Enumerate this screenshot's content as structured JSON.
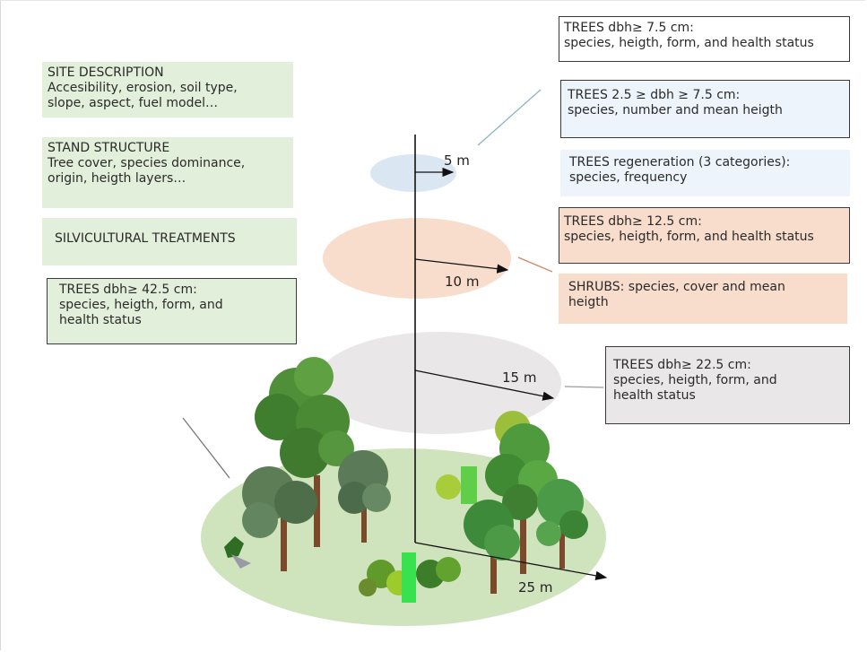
{
  "left": {
    "site": {
      "title": "SITE DESCRIPTION",
      "body": "Accesibility, erosion, soil type,\nslope, aspect, fuel model…"
    },
    "stand": {
      "title": "STAND STRUCTURE",
      "body": "Tree cover, species dominance,\norigin, heigth layers…"
    },
    "silvi": "SILVICULTURAL TREATMENTS",
    "trees_425": {
      "title": "TREES dbh≥ 42.5 cm:",
      "body": "species, heigth, form, and\n        health status"
    }
  },
  "right": {
    "trees_75": {
      "title": "TREES dbh≥ 7.5 cm:",
      "body": "species, heigth, form, and health status"
    },
    "trees_25_75": {
      "title": "TREES 2.5 ≥ dbh ≥ 7.5 cm:",
      "body": "species, number and mean heigth"
    },
    "regen": {
      "title": "TREES regeneration (3 categories):",
      "body": "species, frequency"
    },
    "trees_125": {
      "title": "TREES dbh≥ 12.5 cm:",
      "body": "species, heigth, form, and health status"
    },
    "shrubs": {
      "title": "SHRUBS: species, cover and mean",
      "body": "        heigth"
    },
    "trees_225": {
      "title": "TREES dbh≥ 22.5 cm:",
      "body": "species, heigth, form, and\n        health status"
    }
  },
  "radii": {
    "r5": "5 m",
    "r10": "10 m",
    "r15": "15 m",
    "r25": "25 m"
  },
  "colors": {
    "plot5": "#dbe6f3",
    "plot10": "#f8dccc",
    "plot15": "#e9e7e7",
    "plot25": "#cfe3bd",
    "green_box": "#e2efda",
    "blue_box": "#eef4fb",
    "peach_box": "#f8dccc",
    "grey_box": "#e9e7e7"
  }
}
